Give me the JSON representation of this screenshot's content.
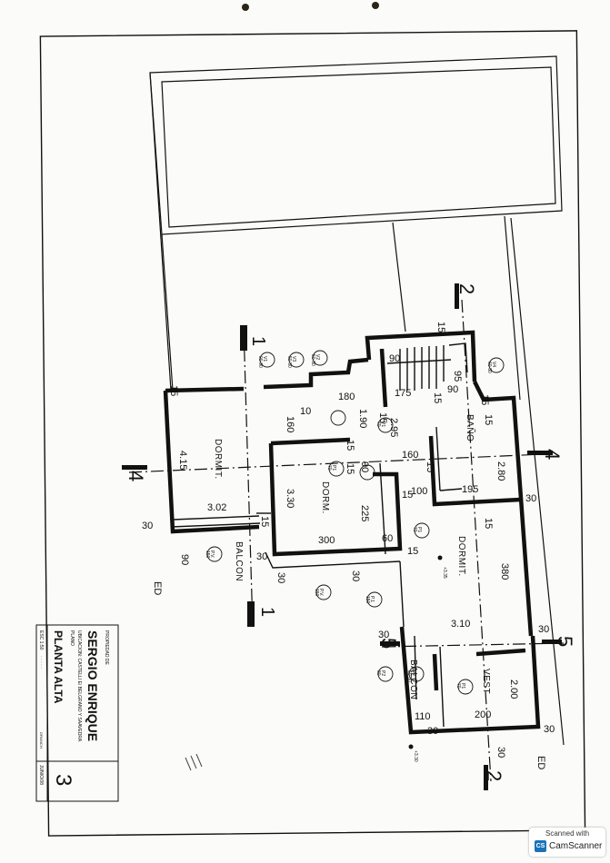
{
  "title_block": {
    "owner_label": "PROPIEDAD DE",
    "owner": "SERGIO ENRIQUE",
    "location": "UBICACION: CASTELLI E/ BELGRANO Y SAAVEDRA",
    "plan_label": "PLANO",
    "plan_title": "PLANTA ALTA",
    "scale": "ESC 1:50",
    "scale_note": "· · · · ·",
    "sheet_number": "3",
    "date": "JUNIO/08",
    "author": "DPAINCH"
  },
  "rooms": {
    "dormit_left": "DORMIT.",
    "dorm_center": "DORM.",
    "dormit_right": "DORMIT.",
    "bano": "BAÑO",
    "vest": "VEST",
    "balcon_left": "BALCON",
    "balcon_right": "BALCON"
  },
  "sections": {
    "s1": "1",
    "s2": "2",
    "s4": "4",
    "s5": "5"
  },
  "levels": [
    "+3.35",
    "+3.30"
  ],
  "labels": {
    "ed": "ED"
  },
  "openings": {
    "v1": "V1\n90-90",
    "v2": "V2\n50-50",
    "v3": "V3\n50-50",
    "v4": "V4\n60-50",
    "p1": "P1\n70",
    "p2": "P2\n80",
    "pv": "P.V.\n150",
    "pa": "P.1\n150"
  },
  "dims": {
    "d415": "4.15",
    "d302": "3.02",
    "d330": "3.30",
    "d300": "300",
    "d225": "225",
    "d60": "60",
    "d160": "160",
    "d190": "1.90",
    "d180": "180",
    "d175": "175",
    "d295": "2.95",
    "d160b": "160",
    "d100": "100",
    "d195": "195",
    "d280": "2.80",
    "d380": "380",
    "d310": "3.10",
    "d200": "200",
    "d200b": "2.00",
    "d110": "110",
    "d90": "90",
    "d95": "95",
    "d90b": "90",
    "d90c": "90",
    "d90d": "90",
    "d30": "30",
    "d15": "15",
    "d10": "10"
  },
  "watermark": {
    "top": "Scanned with",
    "name": "CamScanner",
    "logo": "CS"
  }
}
